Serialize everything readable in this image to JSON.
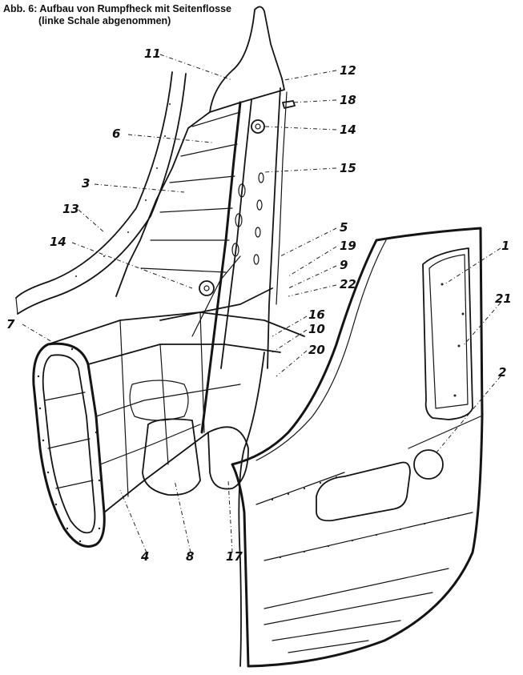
{
  "figure": {
    "caption_line1": "Abb. 6: Aufbau von Rumpfheck mit Seitenflosse",
    "caption_line2": "(linke Schale abgenommen)"
  },
  "callouts": {
    "c1": "1",
    "c2": "2",
    "c3": "3",
    "c4": "4",
    "c5": "5",
    "c6": "6",
    "c7": "7",
    "c8": "8",
    "c9": "9",
    "c10": "10",
    "c11": "11",
    "c12": "12",
    "c13": "13",
    "c14a": "14",
    "c14b": "14",
    "c15": "15",
    "c16": "16",
    "c17": "17",
    "c18": "18",
    "c19": "19",
    "c20": "20",
    "c21": "21",
    "c22": "22"
  },
  "colors": {
    "ink": "#141414",
    "paper": "#ffffff"
  }
}
